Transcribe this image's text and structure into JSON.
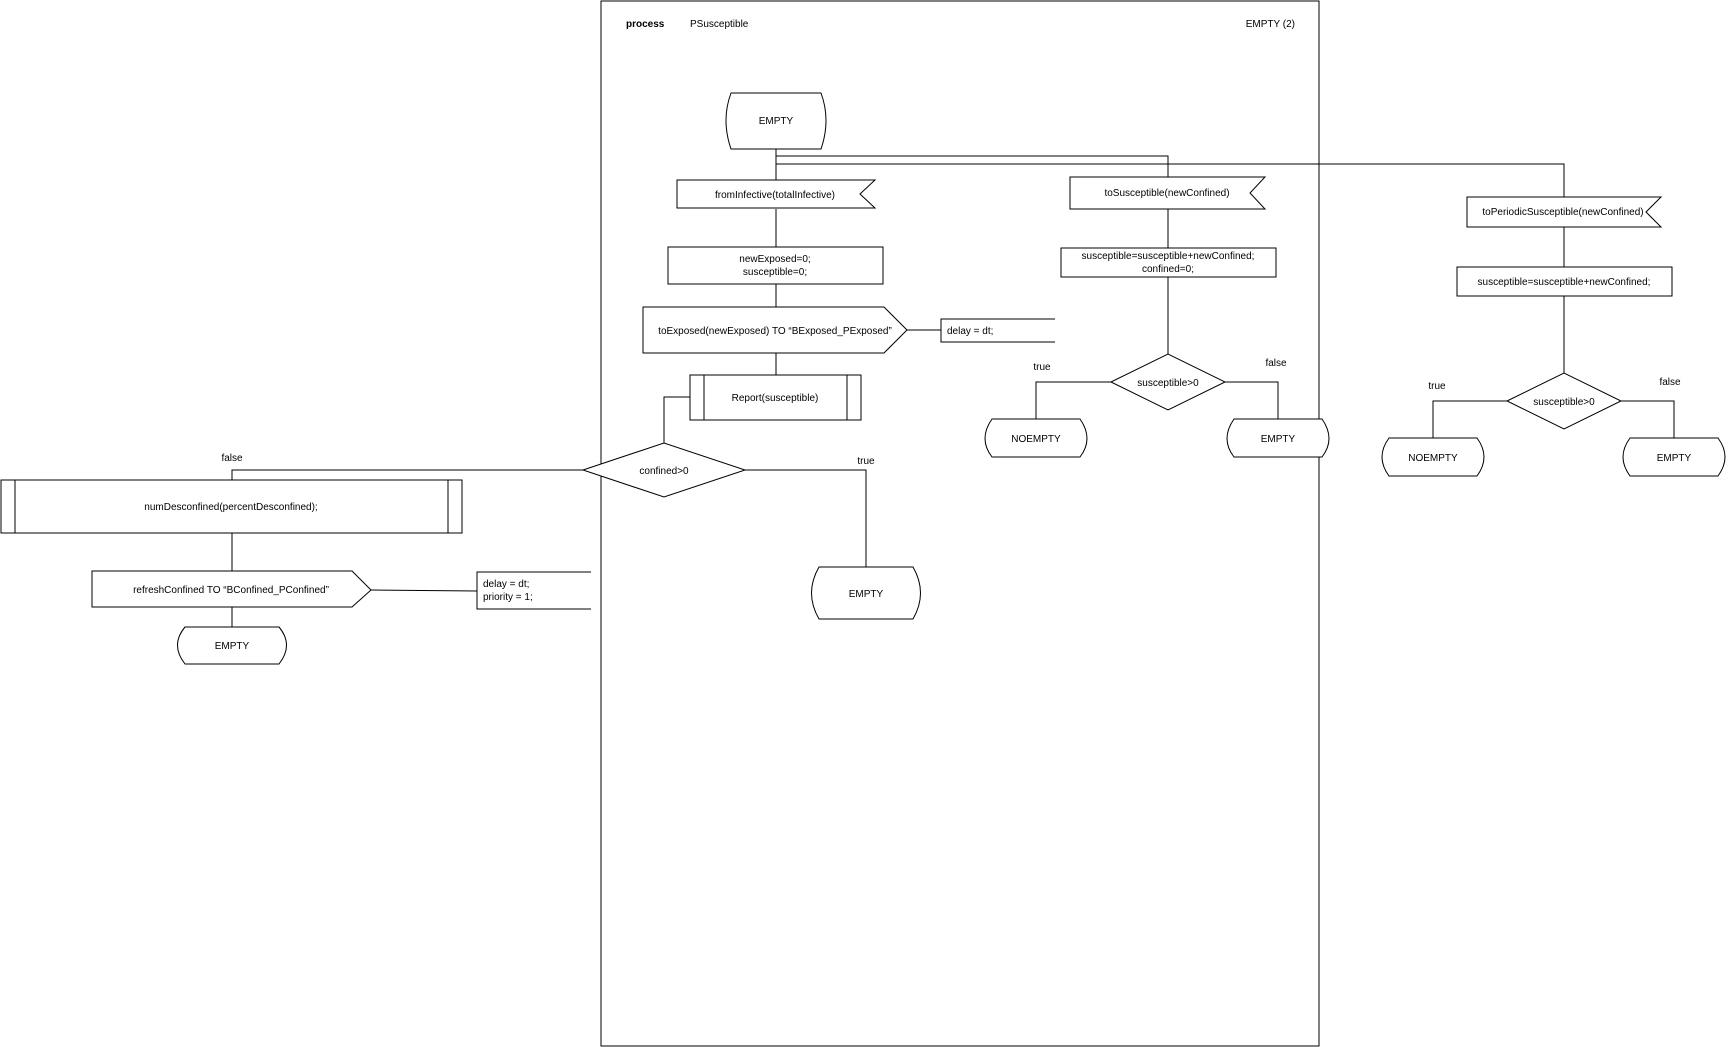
{
  "header": {
    "keyword": "process",
    "process_name": "PSusceptible",
    "page_label": "EMPTY (2)"
  },
  "start_state": "EMPTY",
  "branch_infective": {
    "input_signal": "fromInfective(totalInfective)",
    "task_lines": [
      "newExposed=0;",
      "susceptible=0;"
    ],
    "output_signal": "toExposed(newExposed) TO “BExposed_PExposed”",
    "output_comment": "delay = dt;",
    "procedure_call": "Report(susceptible)",
    "decision": "confined>0",
    "true_label": "true",
    "false_label": "false",
    "true_next_state": "EMPTY",
    "false_procedure": "numDesconfined(percentDesconfined);",
    "false_output": "refreshConfined TO “BConfined_PConfined”",
    "false_output_comment": [
      "delay = dt;",
      "priority = 1;"
    ],
    "false_next_state": "EMPTY"
  },
  "branch_susceptible": {
    "input_signal": "toSusceptible(newConfined)",
    "task_lines": [
      "susceptible=susceptible+newConfined;",
      "confined=0;"
    ],
    "decision": "susceptible>0",
    "true_label": "true",
    "false_label": "false",
    "true_next_state": "NOEMPTY",
    "false_next_state": "EMPTY"
  },
  "branch_periodic": {
    "input_signal": "toPeriodicSusceptible(newConfined)",
    "task_lines": [
      "susceptible=susceptible+newConfined;"
    ],
    "decision": "susceptible>0",
    "true_label": "true",
    "false_label": "false",
    "true_next_state": "NOEMPTY",
    "false_next_state": "EMPTY"
  }
}
